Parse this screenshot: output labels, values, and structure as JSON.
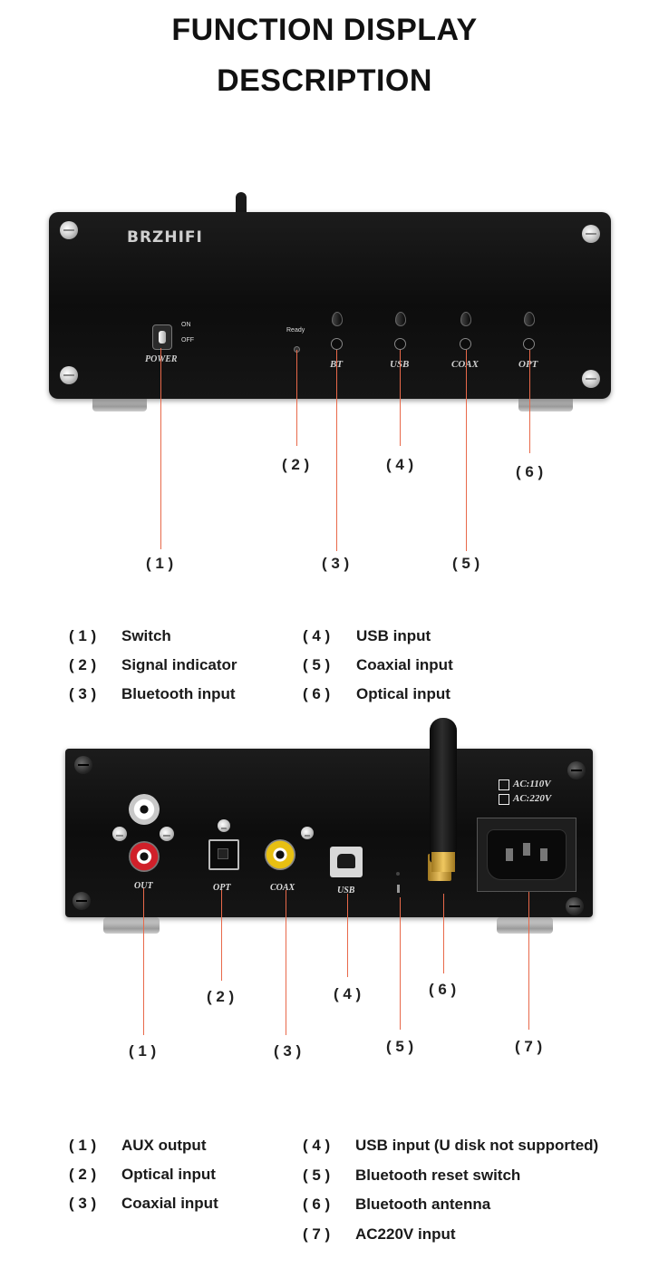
{
  "title": {
    "line1": "FUNCTION DISPLAY",
    "line2": "DESCRIPTION"
  },
  "front_panel": {
    "brand": "BRZHIFI",
    "power_label": "POWER",
    "switch_on": "ON",
    "switch_off": "OFF",
    "ready_label": "Ready",
    "inputs": [
      "BT",
      "USB",
      "COAX",
      "OPT"
    ]
  },
  "front_callouts": [
    "( 1 )",
    "( 2 )",
    "( 3 )",
    "( 4 )",
    "( 5 )",
    "( 6 )"
  ],
  "front_legend": [
    {
      "num": "( 1 )",
      "text": "Switch"
    },
    {
      "num": "( 2 )",
      "text": "Signal indicator"
    },
    {
      "num": "( 3 )",
      "text": "Bluetooth input"
    },
    {
      "num": "( 4 )",
      "text": "USB input"
    },
    {
      "num": "( 5 )",
      "text": "Coaxial input"
    },
    {
      "num": "( 6 )",
      "text": "Optical input"
    }
  ],
  "back_panel": {
    "out_label": "OUT",
    "opt_label": "OPT",
    "coax_label": "COAX",
    "usb_label": "USB",
    "voltage_110": "AC:110V",
    "voltage_220": "AC:220V"
  },
  "back_callouts": [
    "( 1 )",
    "( 2 )",
    "( 3 )",
    "( 4 )",
    "( 5 )",
    "( 6 )",
    "( 7 )"
  ],
  "back_legend": [
    {
      "num": "( 1 )",
      "text": "AUX output"
    },
    {
      "num": "( 2 )",
      "text": "Optical input"
    },
    {
      "num": "( 3 )",
      "text": "Coaxial input"
    },
    {
      "num": "( 4 )",
      "text": "USB input (U disk not supported)"
    },
    {
      "num": "( 5 )",
      "text": "Bluetooth reset switch"
    },
    {
      "num": "( 6 )",
      "text": "Bluetooth antenna"
    },
    {
      "num": "( 7 )",
      "text": "AC220V input"
    }
  ],
  "colors": {
    "leader_line": "#e8694a",
    "panel": "#111111",
    "text": "#111111"
  }
}
